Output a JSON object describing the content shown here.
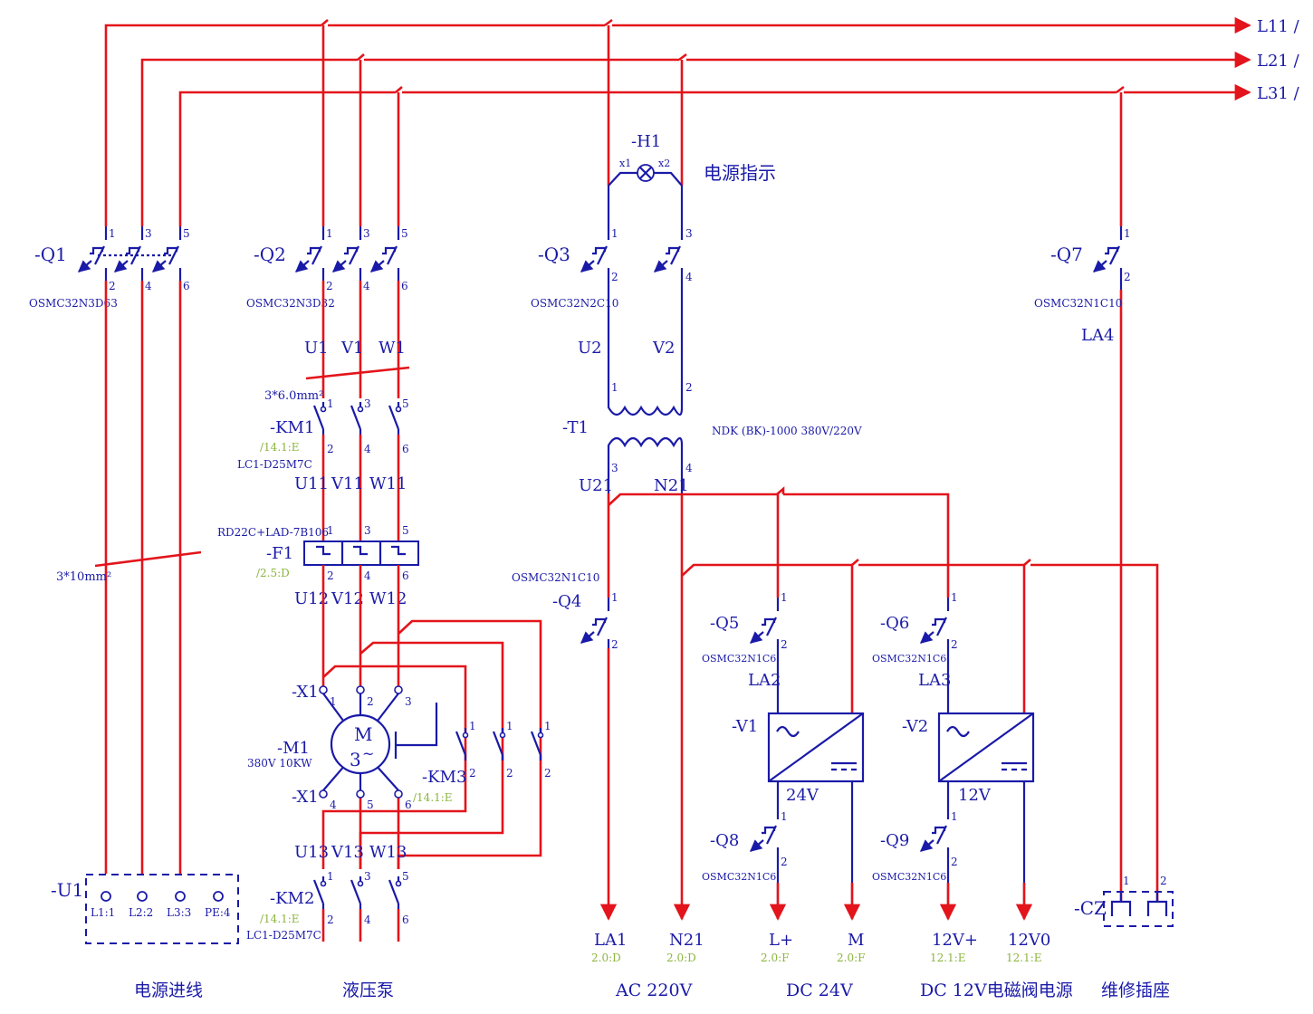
{
  "buses": [
    "L11 /",
    "L21 /",
    "L31 /"
  ],
  "indicator": {
    "tag": "-H1",
    "t1": "x1",
    "t2": "x2",
    "label": "电源指示"
  },
  "breakers": {
    "q1": {
      "tag": "-Q1",
      "model": "OSMC32N3D63"
    },
    "q2": {
      "tag": "-Q2",
      "model": "OSMC32N3D32"
    },
    "q3": {
      "tag": "-Q3",
      "model": "OSMC32N2C10"
    },
    "q4": {
      "tag": "-Q4",
      "model": "OSMC32N1C10"
    },
    "q5": {
      "tag": "-Q5",
      "model": "OSMC32N1C6"
    },
    "q6": {
      "tag": "-Q6",
      "model": "OSMC32N1C6"
    },
    "q7": {
      "tag": "-Q7",
      "model": "OSMC32N1C10",
      "out": "LA4"
    },
    "q8": {
      "tag": "-Q8",
      "model": "OSMC32N1C6"
    },
    "q9": {
      "tag": "-Q9",
      "model": "OSMC32N1C6"
    }
  },
  "terms": {
    "t1": "1",
    "t2": "2",
    "t3": "3",
    "t4": "4",
    "t5": "5",
    "t6": "6"
  },
  "wires": {
    "u1": "U1",
    "v1": "V1",
    "w1": "W1",
    "u11": "U11",
    "v11": "V11",
    "w11": "W11",
    "u12": "U12",
    "v12": "V12",
    "w12": "W12",
    "u13": "U13",
    "v13": "V13",
    "w13": "W13",
    "u2": "U2",
    "v2": "V2",
    "u21": "U21",
    "n21": "N21",
    "la2": "LA2",
    "la3": "LA3"
  },
  "cable1": "3*10mm²",
  "cable2": "3*6.0mm²",
  "km1": {
    "tag": "-KM1",
    "ref": "/14.1:E",
    "model": "LC1-D25M7C"
  },
  "km2": {
    "tag": "-KM2",
    "ref": "/14.1:E",
    "model": "LC1-D25M7C"
  },
  "km3": {
    "tag": "-KM3",
    "ref": "/14.1:E"
  },
  "f1": {
    "model": "RD22C+LAD-7B106",
    "tag": "-F1",
    "ref": "/2.5:D"
  },
  "motor": {
    "tag": "-M1",
    "rating": "380V 10KW",
    "letter": "M",
    "phase": "3",
    "tilde": "~"
  },
  "x1": "-X1",
  "transformer": {
    "tag": "-T1",
    "model": "NDK (BK)-1000 380V/220V"
  },
  "psu1": {
    "tag": "-V1",
    "voltage": "24V"
  },
  "psu2": {
    "tag": "-V2",
    "voltage": "12V"
  },
  "u1box": {
    "tag": "-U1",
    "terms": [
      "L1:1",
      "L2:2",
      "L3:3",
      "PE:4"
    ]
  },
  "cz": "-CZ",
  "outputs": [
    {
      "label": "LA1",
      "ref": "2.0:D"
    },
    {
      "label": "N21",
      "ref": "2.0:D"
    },
    {
      "label": "L+",
      "ref": "2.0:F"
    },
    {
      "label": "M",
      "ref": "2.0:F"
    },
    {
      "label": "12V+",
      "ref": "12.1:E"
    },
    {
      "label": "12V0",
      "ref": "12.1:E"
    }
  ],
  "sections": [
    "电源进线",
    "液压泵",
    "AC 220V",
    "DC 24V",
    "DC 12V电磁阀电源",
    "维修插座"
  ]
}
